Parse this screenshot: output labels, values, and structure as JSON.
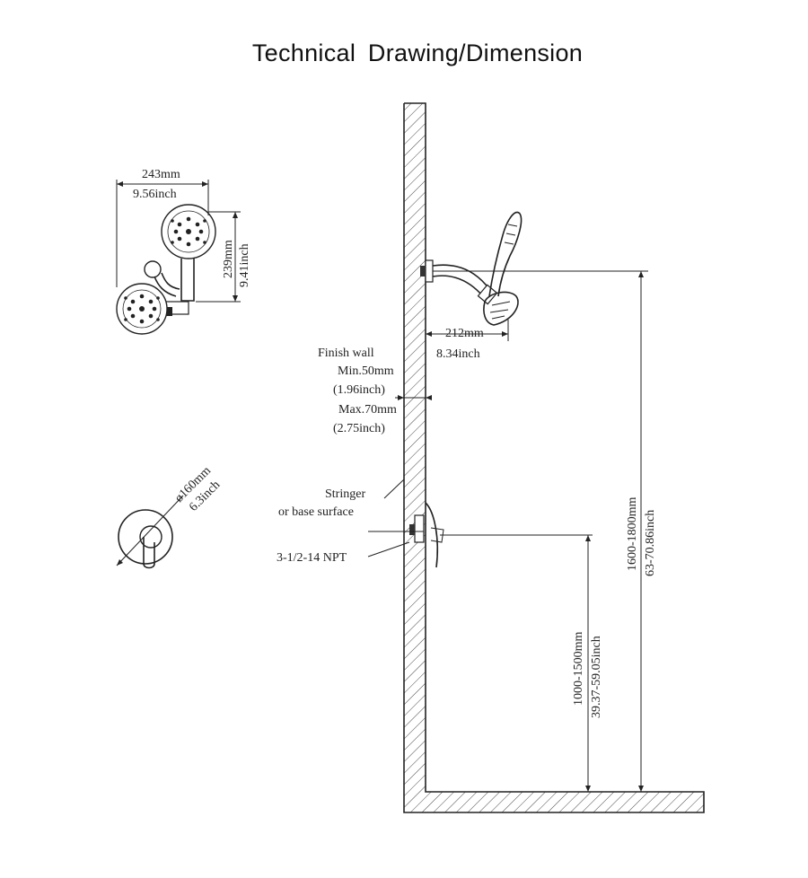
{
  "title": "Technical  Drawing/Dimension",
  "labels": {
    "head_width_mm": "243mm",
    "head_width_in": "9.56inch",
    "head_height_mm": "239mm",
    "head_height_in": "9.41inch",
    "arm_reach_mm": "212mm",
    "arm_reach_in": "8.34inch",
    "finish_wall": "Finish wall",
    "min_mm": "Min.50mm",
    "min_in": "(1.96inch)",
    "max_mm": "Max.70mm",
    "max_in": "(2.75inch)",
    "plate_dia_mm": "ø160mm",
    "plate_dia_in": "6.3inch",
    "stringer_1": "Stringer",
    "stringer_2": "or base surface",
    "npt": "3-1/2-14 NPT",
    "valve_height_mm": "1000-1500mm",
    "valve_height_in": "39.37-59.05inch",
    "head_height_floor_mm": "1600-1800mm",
    "head_height_floor_in": "63-70.86inch"
  }
}
